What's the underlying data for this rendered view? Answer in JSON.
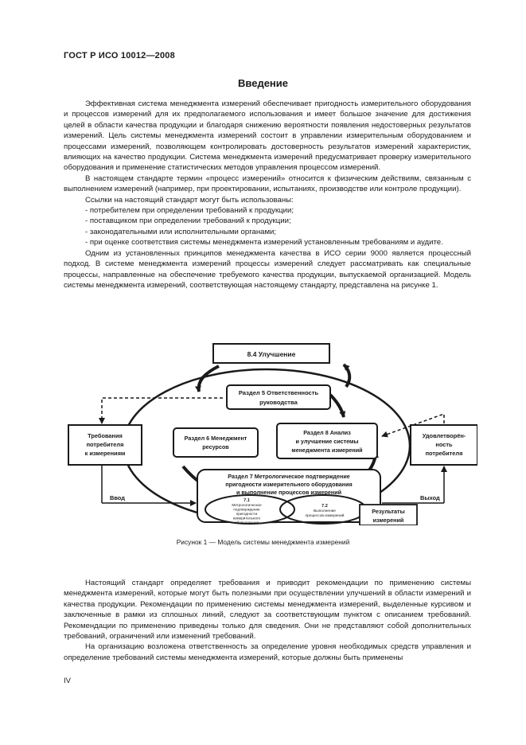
{
  "header": "ГОСТ Р ИСО 10012—2008",
  "title": "Введение",
  "intro_paragraphs": [
    "Эффективная система менеджмента измерений обеспечивает пригодность измерительного оборудования и процессов измерений для их предполагаемого использования и имеет большое значение для достижения целей в области качества продукции и благодаря снижению вероятности появления недостоверных результатов измерений. Цель системы менеджмента измерений состоит в управлении измерительным оборудованием и процессами измерений, позволяющем контролировать достоверность результатов измерений характеристик, влияющих на качество продукции. Система менеджмента измерений предусматривает проверку измерительного оборудования и применение статистических методов управления процессом измерений.",
    "В настоящем стандарте термин «процесс измерений» относится к физическим действиям, связанным с выполнением измерений (например, при проектировании, испытаниях, производстве или контроле продукции).",
    "Ссылки на настоящий стандарт могут быть использованы:"
  ],
  "list_items": [
    "- потребителем при определении требований к продукции;",
    "- поставщиком при определении требований к продукции;",
    "- законодательными или исполнительными органами;",
    "- при оценке соответствия системы менеджмента измерений установленным требованиям и аудите."
  ],
  "model_paragraph": "Одним из установленных принципов менеджмента качества в ИСО серии 9000 является процессный подход. В системе менеджмента измерений процессы измерений следует рассматривать как специальные процессы, направленные на обеспечение требуемого качества продукции, выпускаемой организацией. Модель системы менеджмента измерений, соответствующая настоящему стандарту, представлена на рисунке 1.",
  "diagram": {
    "improvement": "8.4 Улучшение",
    "management_resp": [
      "Раздел 5 Ответственность",
      "руководства"
    ],
    "resource_mgmt": [
      "Раздел 6 Менеджмент",
      "ресурсов"
    ],
    "analysis": [
      "Раздел 8 Анализ",
      "и улучшение системы",
      "менеджмента измерений"
    ],
    "confirmation": [
      "Раздел 7 Метрологическое подтверждение",
      "пригодности измерительного оборудования",
      "и выполнение процессов измерений"
    ],
    "sub71_num": "7.1",
    "sub71": [
      "Метрологическое",
      "подтверждение",
      "пригодности",
      "измерительного",
      "оборудования"
    ],
    "sub72_num": "7.2",
    "sub72": [
      "Выполнение",
      "процессов измерений"
    ],
    "customer_req": [
      "Требования",
      "потребителя",
      "к измерениям"
    ],
    "customer_sat": [
      "Удовлетворён-",
      "ность",
      "потребителя"
    ],
    "input": "Ввод",
    "output": "Выход",
    "results": [
      "Результаты",
      "измерений"
    ]
  },
  "caption": "Рисунок 1 — Модель системы менеджмента измерений",
  "after_paragraphs": [
    "Настоящий стандарт определяет требования и приводит рекомендации по применению системы менеджмента измерений, которые могут быть полезными при осуществлении улучшений в области измерений и качества продукции. Рекомендации по применению системы менеджмента измерений, выделенные курсивом и заключенные в рамки из сплошных линий, следуют за соответствующим пунктом с описанием требований. Рекомендации по применению приведены только для сведения. Они не представляют собой дополнительных требований, ограничений или изменений требований.",
    "На организацию возложена ответственность за определение уровня необходимых средств управления и определение требований системы менеджмента измерений, которые должны быть применены"
  ],
  "page_number": "IV"
}
